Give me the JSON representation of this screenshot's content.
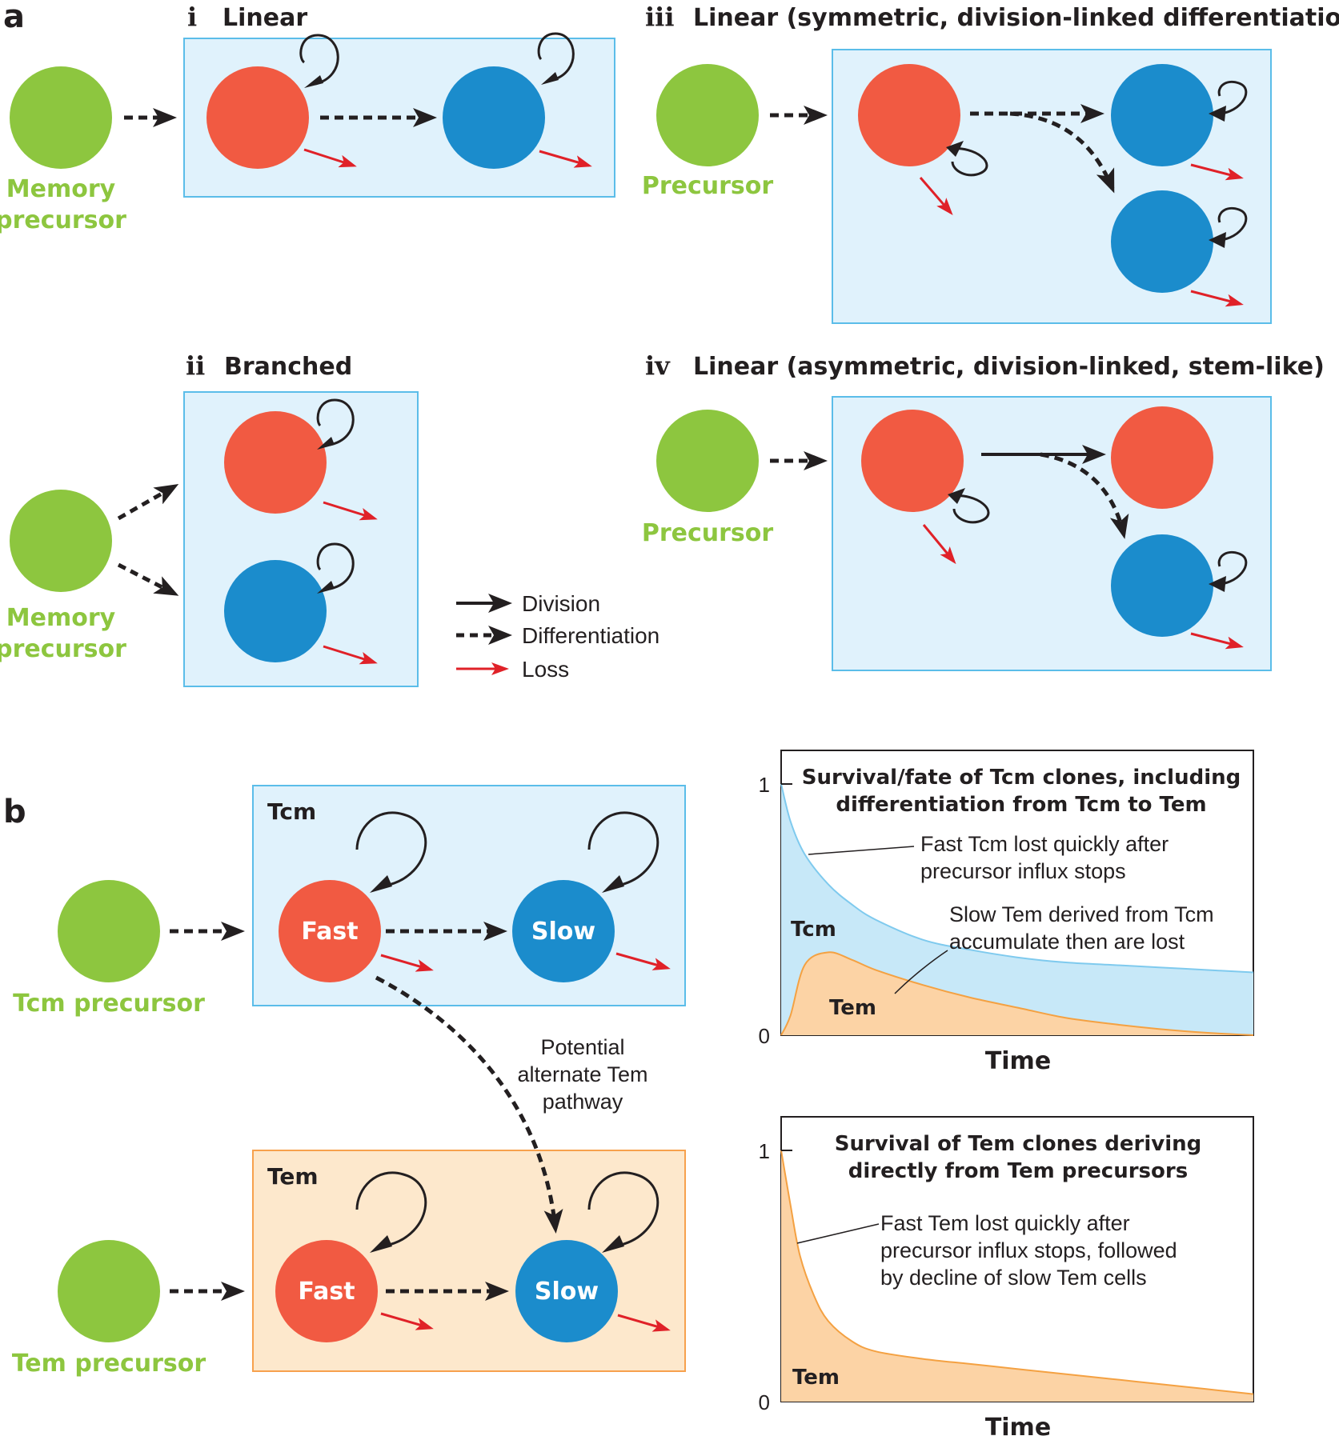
{
  "colors": {
    "precursor": "#8dc63f",
    "fast": "#f15a42",
    "slow": "#1b8ccc",
    "loss": "#e02128",
    "tcm_box_fill": "#e0f2fc",
    "tcm_box_stroke": "#5bbde9",
    "tem_box_fill": "#fde8cc",
    "tem_box_stroke": "#f7a14d",
    "tcm_area": "#c7e8f8",
    "tcm_curve": "#7fcaee",
    "tem_area": "#fcd3a5",
    "tem_curve": "#f4a142",
    "ink": "#231f20"
  },
  "panel_a": {
    "letter": "a",
    "i": {
      "numeral": "i",
      "title": "Linear",
      "precursor_label": [
        "Memory",
        "precursor"
      ]
    },
    "ii": {
      "numeral": "ii",
      "title": "Branched",
      "precursor_label": [
        "Memory",
        "precursor"
      ]
    },
    "iii": {
      "numeral": "iii",
      "title": "Linear (symmetric, division-linked differentiation)",
      "precursor_label": "Precursor"
    },
    "iv": {
      "numeral": "iv",
      "title": "Linear (asymmetric, division-linked, stem-like)",
      "precursor_label": "Precursor"
    },
    "legend": {
      "division": "Division",
      "differentiation": "Differentiation",
      "loss": "Loss"
    }
  },
  "panel_b": {
    "letter": "b",
    "tcm": {
      "box_label": "Tcm",
      "fast": "Fast",
      "slow": "Slow",
      "precursor_label": "Tcm precursor"
    },
    "tem": {
      "box_label": "Tem",
      "fast": "Fast",
      "slow": "Slow",
      "precursor_label": "Tem precursor"
    },
    "alternate_note": [
      "Potential",
      "alternate Tem",
      "pathway"
    ]
  },
  "chart_data": [
    {
      "type": "area",
      "title": [
        "Survival/fate of Tcm clones, including",
        "differentiation from Tcm to Tem"
      ],
      "xlabel": "Time",
      "ylabel": "",
      "ylim": [
        0,
        1
      ],
      "yticks": [
        "1",
        "0"
      ],
      "grid": false,
      "x": [
        0,
        0.02,
        0.05,
        0.1,
        0.15,
        0.2,
        0.3,
        0.4,
        0.5,
        0.6,
        0.7,
        0.8,
        0.9,
        1.0
      ],
      "series": [
        {
          "name": "Tcm",
          "values": [
            1.0,
            0.85,
            0.72,
            0.6,
            0.52,
            0.46,
            0.38,
            0.34,
            0.31,
            0.29,
            0.28,
            0.27,
            0.26,
            0.25
          ]
        },
        {
          "name": "Tem",
          "values": [
            0.0,
            0.08,
            0.28,
            0.33,
            0.3,
            0.26,
            0.2,
            0.15,
            0.11,
            0.07,
            0.045,
            0.025,
            0.01,
            0.0
          ]
        }
      ],
      "annotations": [
        [
          "Fast Tcm lost quickly after",
          "precursor influx stops"
        ],
        [
          "Slow Tem derived from Tcm",
          "accumulate then are lost"
        ]
      ]
    },
    {
      "type": "area",
      "title": [
        "Survival of Tem clones deriving",
        "directly from Tem precursors"
      ],
      "xlabel": "Time",
      "ylabel": "",
      "ylim": [
        0,
        1
      ],
      "yticks": [
        "1",
        "0"
      ],
      "grid": false,
      "x": [
        0,
        0.02,
        0.04,
        0.07,
        0.1,
        0.15,
        0.2,
        0.3,
        0.4,
        0.5,
        0.6,
        0.7,
        0.8,
        0.9,
        1.0
      ],
      "series": [
        {
          "name": "Tem",
          "values": [
            1.0,
            0.78,
            0.58,
            0.42,
            0.32,
            0.24,
            0.2,
            0.17,
            0.15,
            0.13,
            0.11,
            0.09,
            0.07,
            0.05,
            0.03
          ]
        }
      ],
      "annotations": [
        [
          "Fast  Tem lost quickly after",
          "precursor influx stops, followed",
          "by decline of slow Tem cells"
        ]
      ]
    }
  ]
}
